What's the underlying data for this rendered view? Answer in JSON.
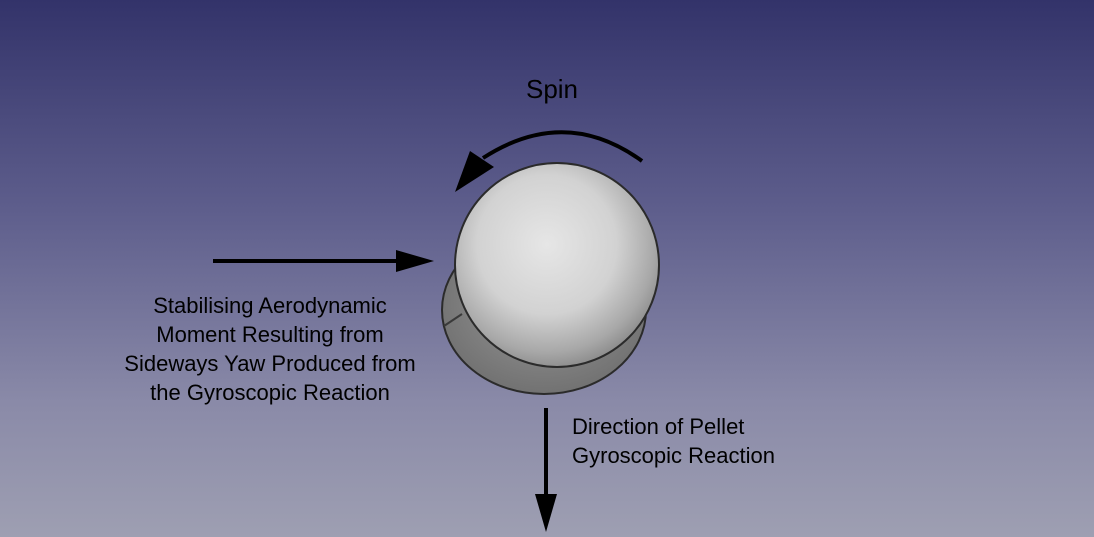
{
  "labels": {
    "spin": "Spin",
    "aerodynamic_moment": [
      "Stabilising Aerodynamic",
      "Moment Resulting from",
      "Sideways Yaw Produced from",
      "the Gyroscopic Reaction"
    ],
    "pellet_reaction": [
      "Direction of Pellet",
      "Gyroscopic Reaction"
    ]
  },
  "colors": {
    "background_top": "#33336a",
    "background_bottom": "#9e9fb2",
    "arrow": "#000000",
    "pellet_head_highlight": "#e6e6e6",
    "pellet_head_shadow": "#8a8a8a",
    "pellet_skirt": "#7f7f7f"
  }
}
